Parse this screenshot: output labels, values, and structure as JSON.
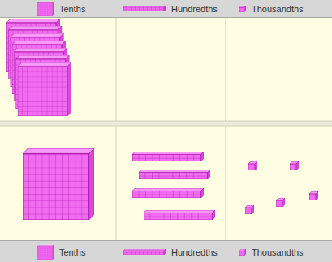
{
  "diagram": {
    "legend": [
      {
        "text": "Tenths"
      },
      {
        "text": "Hundredths"
      },
      {
        "text": "Thousandths"
      },
      {
        "text": "Tenths"
      },
      {
        "text": "Hundredths"
      },
      {
        "text": "Thousandths"
      }
    ]
  }
}
